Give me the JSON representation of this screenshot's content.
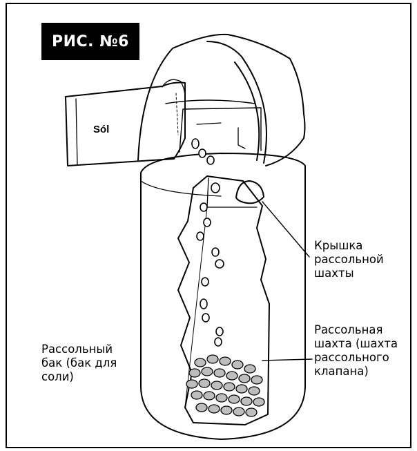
{
  "figure": {
    "badge": "РИС. №6"
  },
  "bag": {
    "label": "Sól"
  },
  "labels": {
    "brine_well_cover": [
      "Крышка",
      "рассольной",
      "шахты"
    ],
    "brine_well": [
      "Рассольная",
      "шахта (шахта",
      "рассольного",
      "клапана)"
    ],
    "brine_tank": [
      "Рассольный",
      "бак (бак для",
      "соли)"
    ]
  },
  "colors": {
    "ink": "#000000",
    "paper": "#ffffff",
    "badge_bg": "#000000",
    "badge_text": "#ffffff"
  },
  "icons": [
    "salt-bag-icon",
    "salt-pellets-icon"
  ]
}
